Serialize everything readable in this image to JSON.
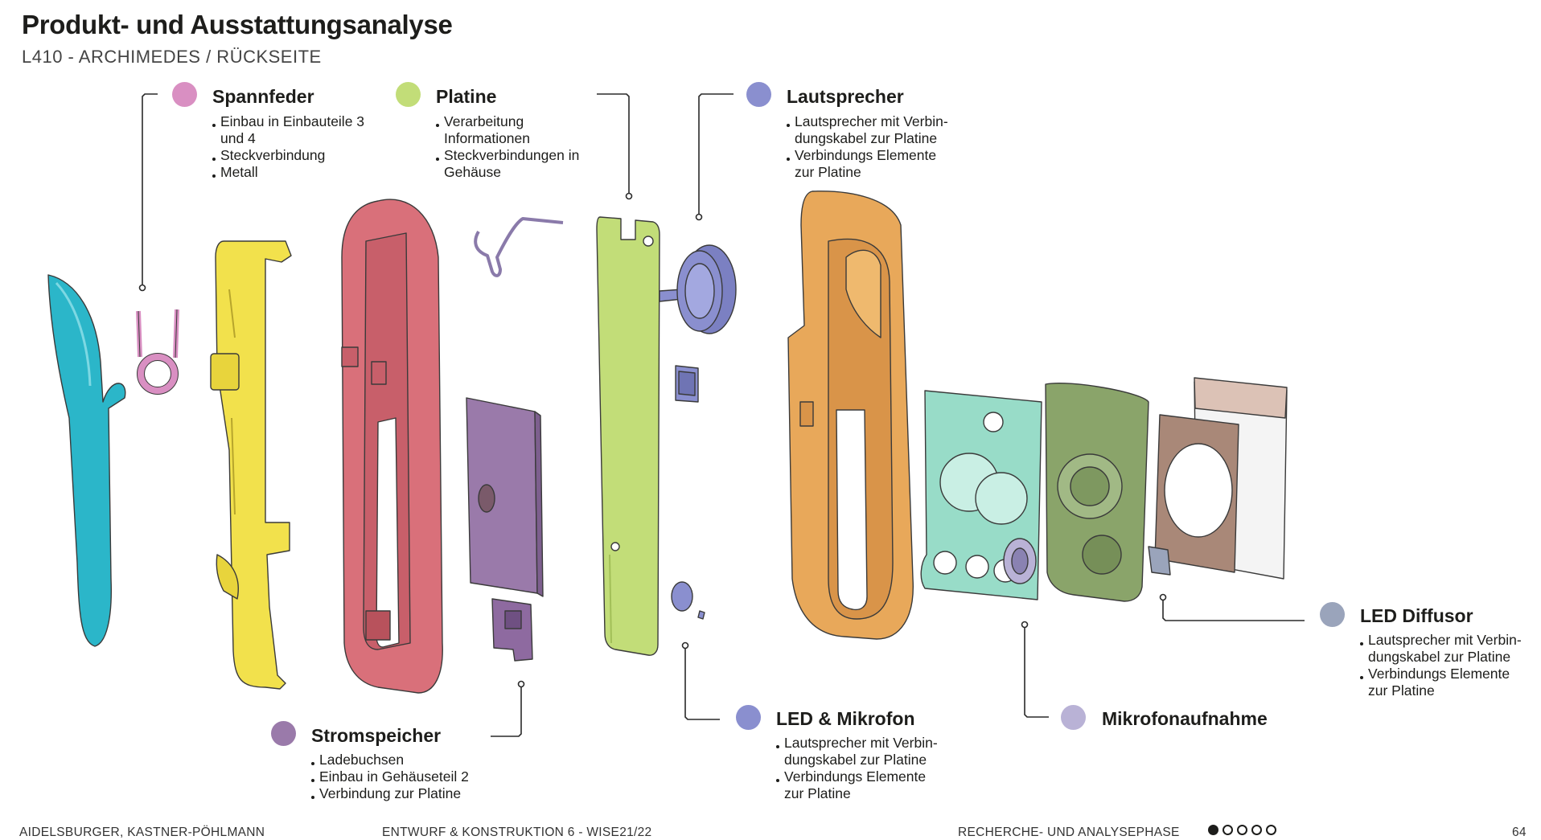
{
  "header": {
    "title": "Produkt- und Ausstattungsanalyse",
    "subtitle": "L410 - ARCHIMEDES / RÜCKSEITE"
  },
  "colors": {
    "spannfeder": "#d98fc2",
    "platine": "#c2dd78",
    "lautsprecher": "#8a8fcf",
    "stromspeicher": "#9a7aaa",
    "led_mikrofon": "#8a8fcf",
    "mikrofonaufnahme": "#b9b2d6",
    "led_diffusor": "#9aa4bb",
    "cover_blue": "#2bb6c9",
    "frame_yellow": "#f2e14c",
    "housing_red": "#d9707a",
    "housing_orange": "#e8a85a",
    "mask_mint": "#98dcc8",
    "mount_green": "#8aa46a",
    "diffusor_brown": "#a98878"
  },
  "labels": {
    "spannfeder": {
      "title": "Spannfeder",
      "items": [
        "Einbau in Einbauteile 3 und 4",
        "Steckverbindung",
        "Metall"
      ]
    },
    "platine": {
      "title": "Platine",
      "items": [
        "Verarbeitung Informationen",
        "Steckverbindungen in Gehäuse"
      ]
    },
    "lautsprecher": {
      "title": "Lautsprecher",
      "items": [
        "Lautsprecher mit Verbin-dungskabel zur Platine",
        "Verbindungs Elemente zur Platine"
      ]
    },
    "stromspeicher": {
      "title": "Stromspeicher",
      "items": [
        "Ladebuchsen",
        "Einbau in Gehäuseteil 2",
        "Verbindung zur Platine"
      ]
    },
    "led_mikrofon": {
      "title": "LED & Mikrofon",
      "items": [
        "Lautsprecher mit Verbin-dungskabel zur Platine",
        "Verbindungs Elemente zur Platine"
      ]
    },
    "mikrofonaufnahme": {
      "title": "Mikrofonaufnahme",
      "items": []
    },
    "led_diffusor": {
      "title": "LED Diffusor",
      "items": [
        "Lautsprecher mit Verbin-dungskabel zur Platine",
        "Verbindungs Elemente zur Platine"
      ]
    }
  },
  "footer": {
    "authors": "AIDELSBURGER, KASTNER-PÖHLMANN",
    "course": "ENTWURF & KONSTRUKTION 6 - WISE21/22",
    "phase": "RECHERCHE- UND ANALYSEPHASE",
    "page_number": "64",
    "pager_total": 5,
    "pager_active": 1
  }
}
